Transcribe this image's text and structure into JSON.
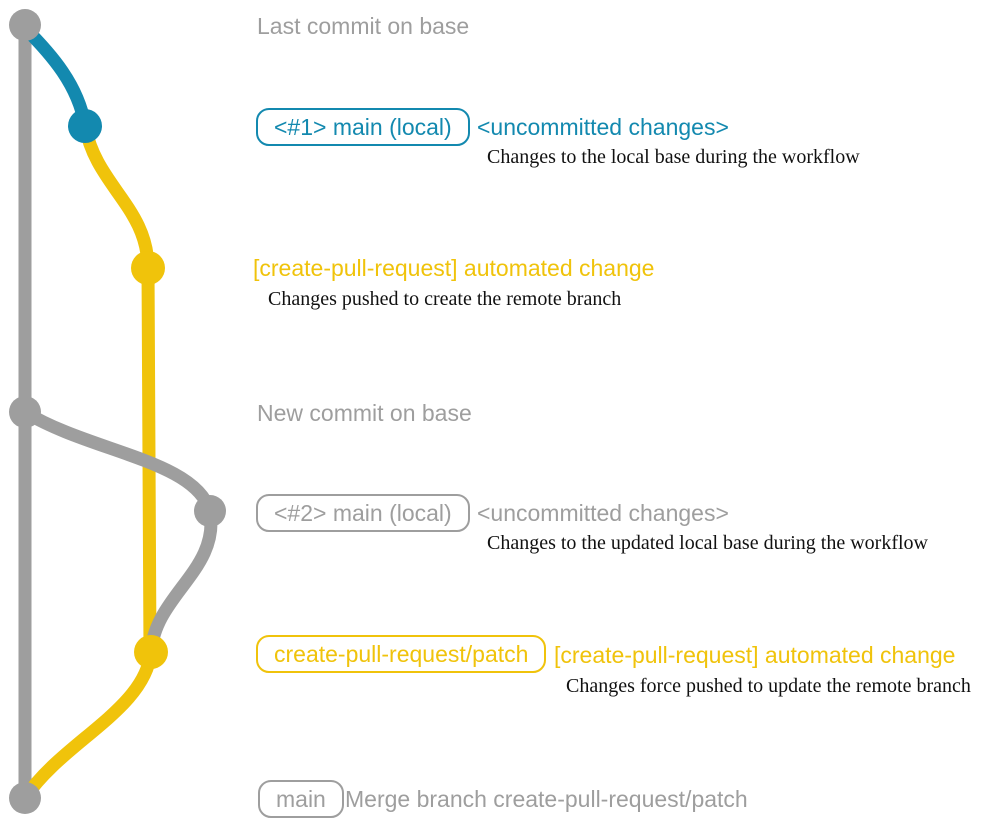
{
  "colors": {
    "teal": "#1389af",
    "yellow": "#f0c30b",
    "gray": "#9e9e9e",
    "ink": "#111111"
  },
  "rows": [
    {
      "id": "last-commit-on-base",
      "label": "Last commit on base"
    },
    {
      "id": "local-main-1",
      "badge": "<#1> main (local)",
      "tag": "<uncommitted changes>",
      "caption": "Changes to the local base during the workflow"
    },
    {
      "id": "automated-change-1",
      "tag": "[create-pull-request] automated change",
      "caption": "Changes pushed to create the remote branch"
    },
    {
      "id": "new-commit-on-base",
      "label": "New commit on base"
    },
    {
      "id": "local-main-2",
      "badge": "<#2> main (local)",
      "tag": "<uncommitted changes>",
      "caption": "Changes to the updated local base during the workflow"
    },
    {
      "id": "patch-branch",
      "badge": "create-pull-request/patch",
      "tag": "[create-pull-request] automated change",
      "caption": "Changes force pushed to update the remote branch"
    },
    {
      "id": "merge-on-main",
      "badge": "main",
      "label": "Merge branch create-pull-request/patch"
    }
  ]
}
